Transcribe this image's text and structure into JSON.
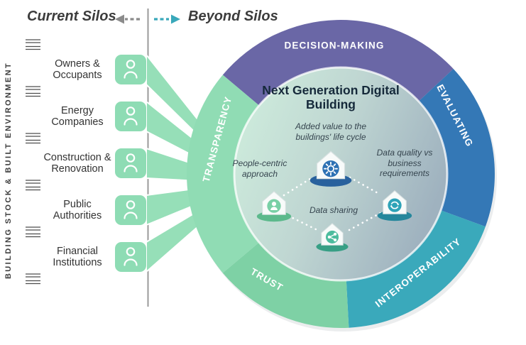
{
  "header": {
    "current_label": "Current Silos",
    "beyond_label": "Beyond Silos",
    "left_arrow_icon": "dashed-arrow-left-icon",
    "right_arrow_icon": "dashed-arrow-right-icon"
  },
  "left_rail": {
    "vertical_label": "BUILDING STOCK & BUILT ENVIRONMENT",
    "stakeholders": [
      {
        "label": "Owners & Occupants",
        "icon": "person-icon"
      },
      {
        "label": "Energy Companies",
        "icon": "person-icon"
      },
      {
        "label": "Construction & Renovation",
        "icon": "person-icon"
      },
      {
        "label": "Public Authorities",
        "icon": "person-icon"
      },
      {
        "label": "Financial Institutions",
        "icon": "person-icon"
      }
    ]
  },
  "ring": {
    "segments": [
      {
        "label": "DECISION-MAKING",
        "color": "#6a67a6"
      },
      {
        "label": "EVALUATING",
        "color": "#3478b6"
      },
      {
        "label": "INTEROPERABILITY",
        "color": "#3aa9bb"
      },
      {
        "label": "TRUST",
        "color": "#7ed1a5"
      },
      {
        "label": "TRANSPARENCY",
        "color": "#90dcb4"
      }
    ]
  },
  "core": {
    "title": "Next Generation Digital Building",
    "annotations": {
      "added_value": "Added value to the buildings' life cycle",
      "people_centric": "People-centric approach",
      "data_quality": "Data quality vs business requirements",
      "data_sharing": "Data sharing"
    },
    "houses": [
      {
        "icon": "gear-icon",
        "accent": "#2e72b4",
        "base": "#28619d"
      },
      {
        "icon": "person-icon",
        "accent": "#79d0a6",
        "base": "#5cb98c"
      },
      {
        "icon": "sync-icon",
        "accent": "#2ea3b8",
        "base": "#25879c"
      },
      {
        "icon": "share-icon",
        "accent": "#4cbc9e",
        "base": "#379f85"
      }
    ]
  },
  "colors": {
    "beam_green": "#96dfb8",
    "tile_green": "#8edcb4",
    "divider_gray": "#9a9a9a",
    "arrow_gray": "#8b8b8b",
    "arrow_teal": "#39a8ba",
    "core_gradient_left": "#cfeedd",
    "core_gradient_right": "#9fb2bf"
  }
}
